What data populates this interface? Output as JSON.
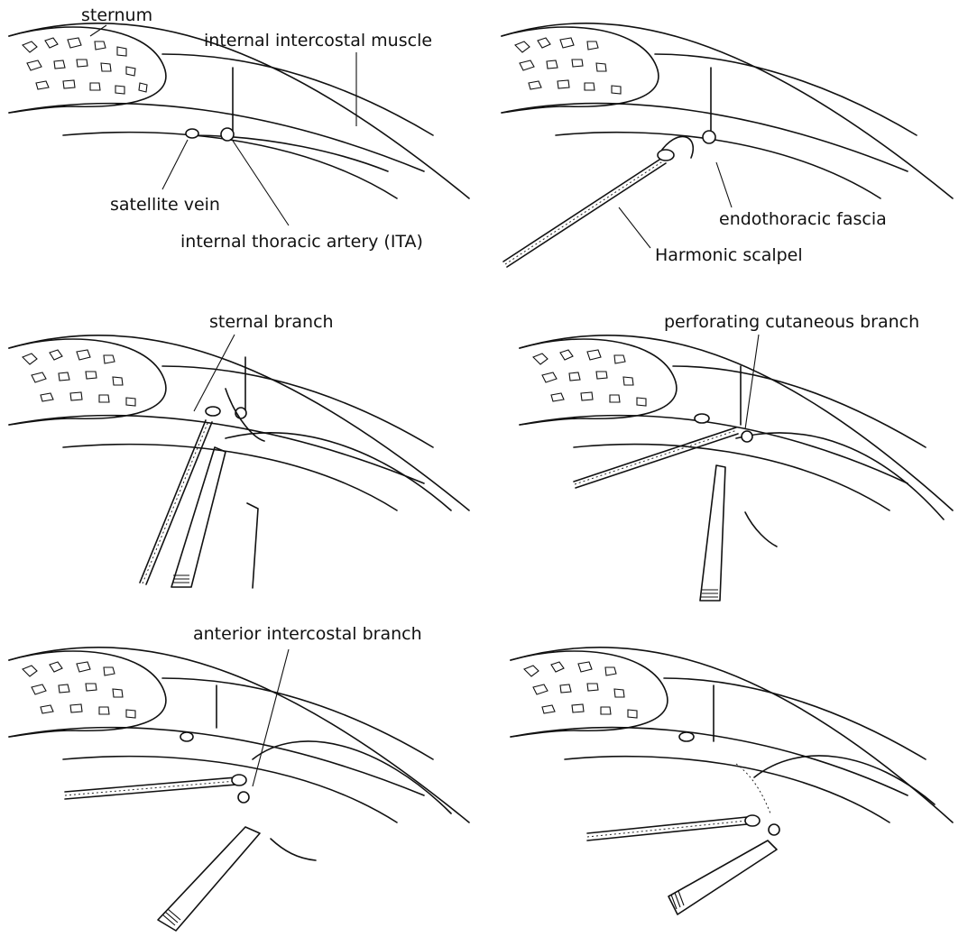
{
  "figure": {
    "panels": [
      {
        "id": "p1",
        "labels": {
          "sternum": "sternum",
          "internal_intercostal_muscle": "internal intercostal muscle",
          "satellite_vein": "satellite vein",
          "internal_thoracic_artery": "internal thoracic artery (ITA)"
        }
      },
      {
        "id": "p2",
        "labels": {
          "endothoracic_fascia": "endothoracic fascia",
          "harmonic_scalpel": "Harmonic scalpel"
        }
      },
      {
        "id": "p3",
        "labels": {
          "sternal_branch": "sternal branch"
        }
      },
      {
        "id": "p4",
        "labels": {
          "perforating_cutaneous_branch": "perforating cutaneous branch"
        }
      },
      {
        "id": "p5",
        "labels": {
          "anterior_intercostal_branch": "anterior intercostal branch"
        }
      },
      {
        "id": "p6",
        "labels": {}
      }
    ],
    "colors": {
      "ink": "#111111",
      "paper": "#ffffff",
      "stipple": "#9a9a9a"
    }
  }
}
